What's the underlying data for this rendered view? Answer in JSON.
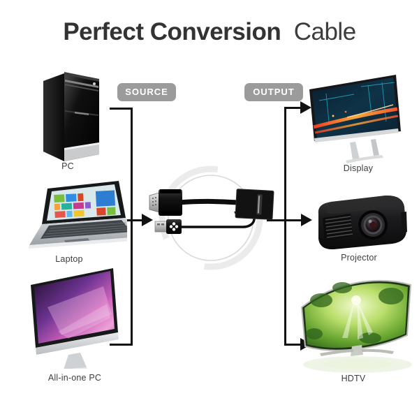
{
  "title": {
    "emphasis": "Perfect Conversion",
    "regular": "Cable"
  },
  "badges": {
    "source": "SOURCE",
    "output": "OUTPUT"
  },
  "sources": [
    {
      "label": "PC",
      "icon": "pc-tower-icon"
    },
    {
      "label": "Laptop",
      "icon": "laptop-icon"
    },
    {
      "label": "All-in-one PC",
      "icon": "all-in-one-pc-icon"
    }
  ],
  "outputs": [
    {
      "label": "Display",
      "icon": "display-monitor-icon"
    },
    {
      "label": "Projector",
      "icon": "projector-icon"
    },
    {
      "label": "HDTV",
      "icon": "curved-hdtv-icon"
    }
  ],
  "cable": {
    "parts": [
      "vga-connector-icon",
      "usb-connector-icon",
      "hdmi-converter-box-icon"
    ]
  },
  "colors": {
    "badge_bg": "#9b9b9b",
    "badge_text": "#ffffff",
    "line": "#111111",
    "title": "#333333",
    "label": "#3d3d3d",
    "ring": "#e9e9e9"
  }
}
